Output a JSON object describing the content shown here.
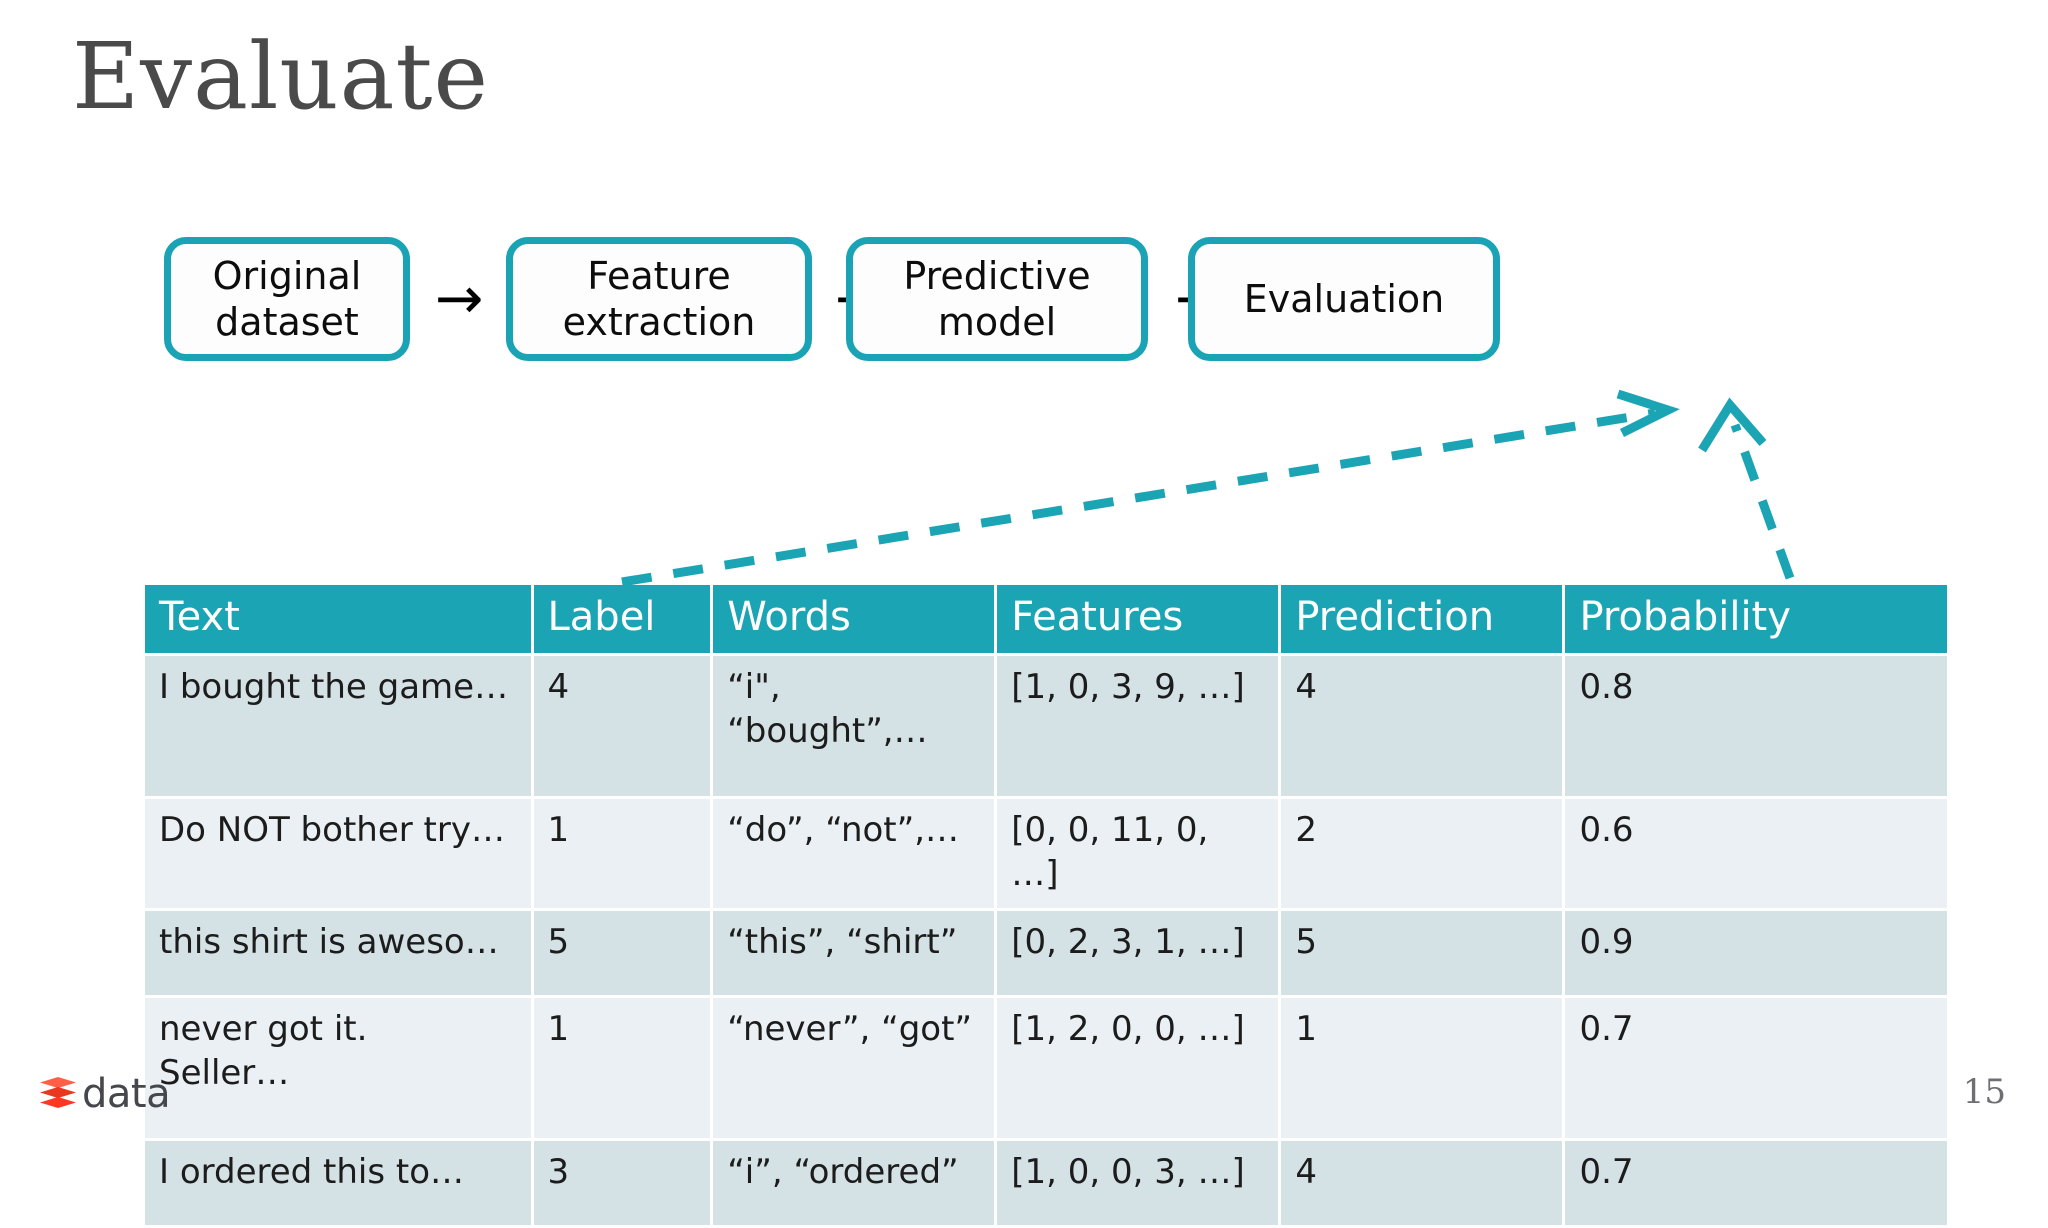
{
  "slide": {
    "title": "Evaluate",
    "page_number": "15",
    "accent_color": "#1ba4b4",
    "title_color": "#4a4a4a"
  },
  "flow": {
    "arrow_glyph": "→",
    "boxes": [
      {
        "id": "original",
        "lines": [
          "Original",
          "dataset"
        ]
      },
      {
        "id": "feature",
        "lines": [
          "Feature",
          "extraction"
        ]
      },
      {
        "id": "predictive",
        "lines": [
          "Predictive",
          "model"
        ]
      },
      {
        "id": "evaluation",
        "lines": [
          "Evaluation"
        ]
      }
    ]
  },
  "connectors": [
    {
      "id": "table-to-evaluation-long",
      "style": "dashed",
      "color": "#1ba4b4"
    },
    {
      "id": "probability-to-evaluation",
      "style": "dashed",
      "color": "#1ba4b4"
    }
  ],
  "table": {
    "headers": [
      "Text",
      "Label",
      "Words",
      "Features",
      "Prediction",
      "Probability"
    ],
    "header_bg": "#1ba4b4",
    "header_color": "#ffffff",
    "row_bg_dark": "#d4e1e5",
    "row_bg_light": "#eaf0f3",
    "rows": [
      {
        "text": "I bought the game…",
        "label": "4",
        "words": "“i\",\n“bought”,…",
        "features": "[1, 0, 3, 9, …]",
        "prediction": "4",
        "probability": "0.8"
      },
      {
        "text": "Do NOT bother try…",
        "label": "1",
        "words": "“do”, “not”,…",
        "features": "[0, 0, 11, 0, …]",
        "prediction": "2",
        "probability": "0.6"
      },
      {
        "text": "this shirt is aweso…",
        "label": "5",
        "words": "“this”, “shirt”",
        "features": "[0, 2, 3, 1, …]",
        "prediction": "5",
        "probability": "0.9"
      },
      {
        "text": "never got it.\nSeller…",
        "label": "1",
        "words": "“never”, “got”",
        "features": "[1, 2, 0, 0, …]",
        "prediction": "1",
        "probability": "0.7"
      },
      {
        "text": "I ordered this to…",
        "label": "3",
        "words": "“i”, “ordered”",
        "features": "[1, 0, 0, 3, …]",
        "prediction": "4",
        "probability": "0.7"
      }
    ]
  },
  "footer": {
    "logo_text": "data",
    "logo_icon": "databricks-stacked-layers-icon",
    "logo_color": "#ff3621"
  }
}
